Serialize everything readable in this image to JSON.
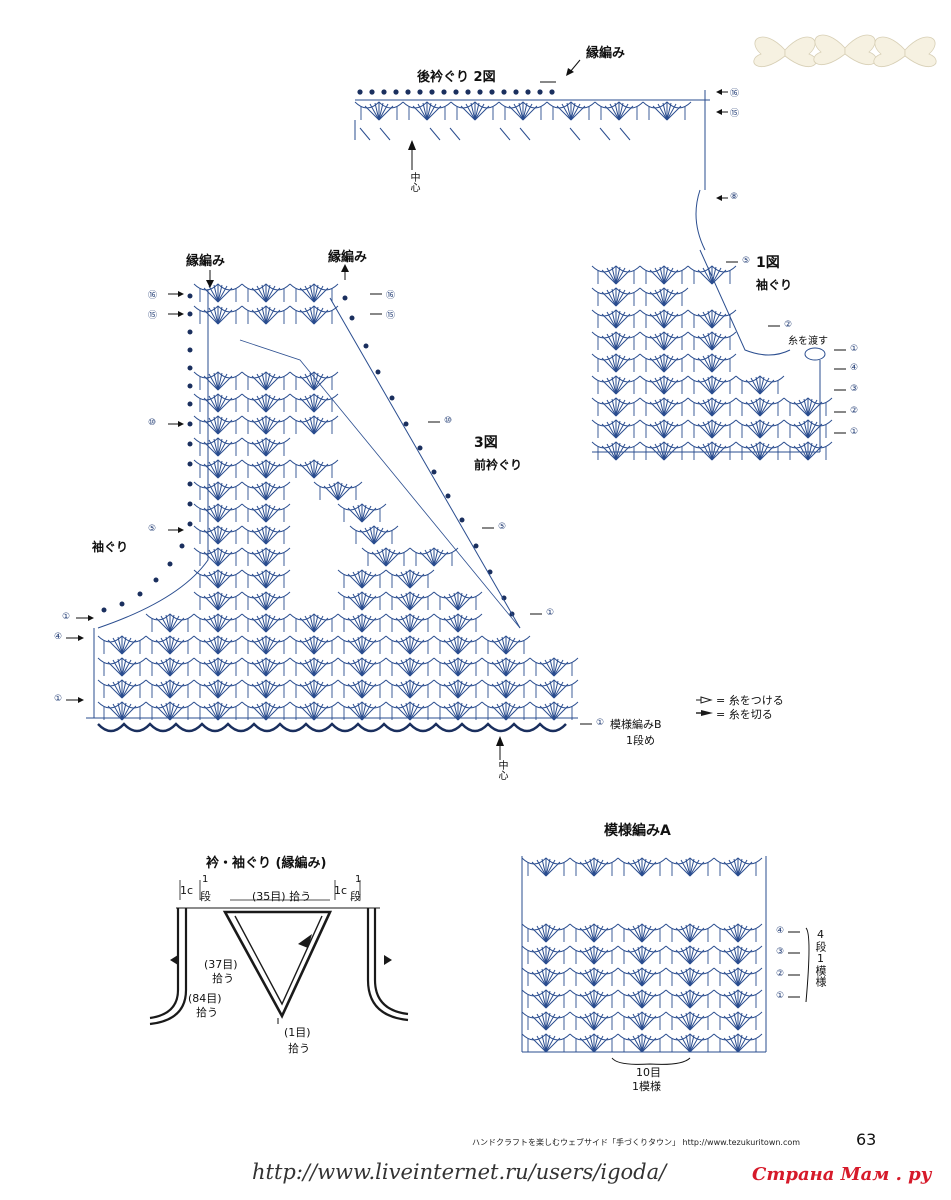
{
  "colors": {
    "stitch": "#2a4d8f",
    "outline": "#1a1a1a",
    "text": "#111111",
    "watermark_left": "#333333",
    "watermark_right": "#d61a2a"
  },
  "back_neck": {
    "title": "後衿ぐり 2図",
    "edge": "縁編み",
    "center": "中心",
    "rows": [
      "⑯",
      "⑮",
      "⑧"
    ]
  },
  "front": {
    "edge_left": "縁編み",
    "edge_right": "縁編み",
    "rows_left": [
      "⑯",
      "⑮",
      "⑩",
      "⑤",
      "①",
      "④",
      "①"
    ],
    "rows_right": [
      "⑯",
      "⑮",
      "⑩",
      "⑤",
      "①"
    ],
    "fig3_title": "3図",
    "fig3_sub": "前衿ぐり",
    "armhole": "袖ぐり",
    "border_label": "模様編みB",
    "border_row": "1段め",
    "border_row_num": "①",
    "center": "中心"
  },
  "fig1": {
    "title": "1図",
    "sub": "袖ぐり",
    "thread": "糸を渡す",
    "rows": [
      "⑤",
      "②",
      "①",
      "④",
      "③",
      "②",
      "①"
    ]
  },
  "legend": {
    "attach_sym": "▷",
    "attach": "= 糸をつける",
    "cut_sym": "➡",
    "cut": "= 糸を切る"
  },
  "schematic": {
    "title": "衿・袖ぐり (縁編み)",
    "left_c": "1c",
    "left_dan_num": "1",
    "left_dan": "段",
    "right_c": "1c",
    "right_dan_num": "1",
    "right_dan": "段",
    "top": "(35目) 拾う",
    "mid_count": "(37目)",
    "mid_pick": "拾う",
    "side_count": "(84目)",
    "side_pick": "拾う",
    "bottom_count": "(1目)",
    "bottom_pick": "拾う"
  },
  "pattern_a": {
    "title": "模様編みA",
    "rows": [
      "④",
      "③",
      "②",
      "①"
    ],
    "side_label": "4段1模様",
    "bottom_count": "10目",
    "bottom_label": "1模様"
  },
  "footer": {
    "text": "ハンドクラフトを楽しむウェブサイド「手づくりタウン」 http://www.tezukuritown.com",
    "page": "63"
  },
  "watermark": {
    "left": "http://www.liveinternet.ru/users/igoda/",
    "right": "Страна Мам . ру"
  }
}
